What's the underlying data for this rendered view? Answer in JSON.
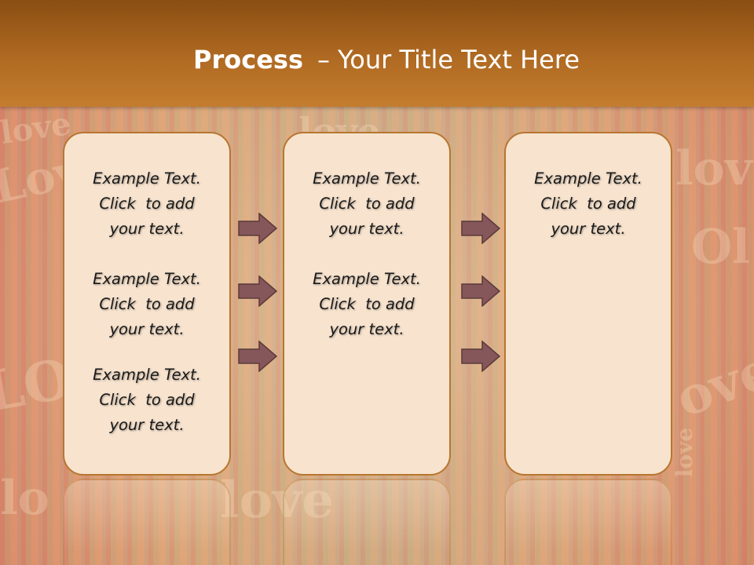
{
  "slide": {
    "title_bold": "Process",
    "title_separator": "–",
    "title_rest": "Your Title Text Here"
  },
  "background": {
    "words": [
      "love",
      "love",
      "Love",
      "lov",
      "LOVE",
      "love",
      "ove",
      "love",
      "Ol",
      "lo"
    ]
  },
  "columns": [
    {
      "items": [
        {
          "l1": "Example Text.",
          "l2": "Click  to add",
          "l3": "your text."
        },
        {
          "l1": "Example Text.",
          "l2": "Click  to add",
          "l3": "your text."
        },
        {
          "l1": "Example Text.",
          "l2": "Click  to add",
          "l3": "your text."
        }
      ]
    },
    {
      "items": [
        {
          "l1": "Example Text.",
          "l2": "Click  to add",
          "l3": "your text."
        },
        {
          "l1": "Example Text.",
          "l2": "Click  to add",
          "l3": "your text."
        }
      ]
    },
    {
      "items": [
        {
          "l1": "Example Text.",
          "l2": "Click  to add",
          "l3": "your text."
        }
      ]
    }
  ],
  "colors": {
    "header": "#b06a22",
    "box_fill": "#f7e3ce",
    "box_border": "#b7762f",
    "arrow_fill": "#85575a"
  },
  "icons": {
    "arrow": "right-arrow-icon"
  }
}
